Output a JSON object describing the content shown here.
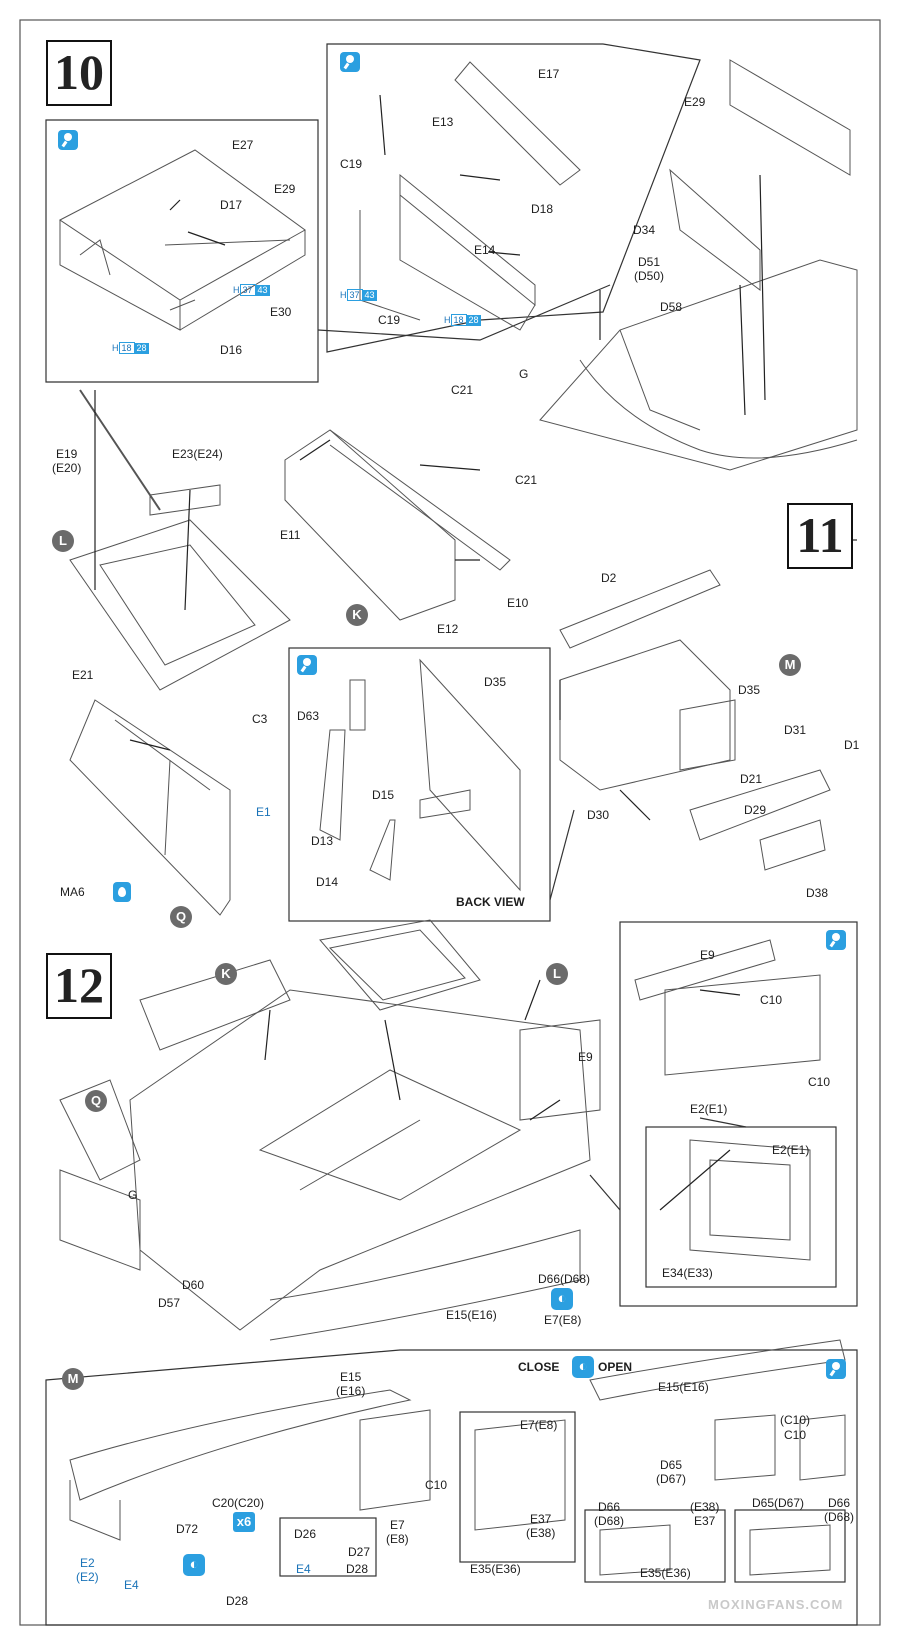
{
  "steps": {
    "s10": "10",
    "s11": "11",
    "s12": "12"
  },
  "markers": {
    "K": "K",
    "L": "L",
    "M": "M",
    "Q": "Q",
    "G": "G"
  },
  "step10": {
    "inset_left": {
      "E27": "E27",
      "D17": "D17",
      "E29": "E29",
      "E30": "E30",
      "D16": "D16",
      "ref1_h": "H",
      "ref1_a": "37",
      "ref1_b": "43",
      "ref2_h": "H",
      "ref2_a": "18",
      "ref2_b": "28"
    },
    "inset_mid": {
      "E17": "E17",
      "E13": "E13",
      "C19a": "C19",
      "D18": "D18",
      "E14": "E14",
      "C19b": "C19",
      "ref1_h": "H",
      "ref1_a": "37",
      "ref1_b": "43",
      "ref2_h": "H",
      "ref2_a": "18",
      "ref2_b": "28"
    },
    "main": {
      "E29": "E29",
      "D34": "D34",
      "D51": "D51",
      "D50": "(D50)",
      "D58": "D58",
      "G": "G"
    }
  },
  "step11": {
    "E19": "E19",
    "E20": "(E20)",
    "E23": "E23(E24)",
    "E21": "E21",
    "C21a": "C21",
    "C21b": "C21",
    "E11": "E11",
    "E10": "E10",
    "E12": "E12",
    "C3": "C3",
    "E1": "E1",
    "MA6": "MA6",
    "back": {
      "D35": "D35",
      "D63": "D63",
      "D15": "D15",
      "D13": "D13",
      "D14": "D14",
      "caption": "BACK VIEW"
    },
    "right": {
      "D2": "D2",
      "D35": "D35",
      "D31": "D31",
      "D1": "D1",
      "D21": "D21",
      "D29": "D29",
      "D30": "D30",
      "D38": "D38"
    }
  },
  "step12": {
    "E9": "E9",
    "G": "G",
    "D60": "D60",
    "D57": "D57",
    "D66": "D66(D68)",
    "E7": "E7(E8)",
    "E15": "E15(E16)",
    "panel": {
      "E9": "E9",
      "C10a": "C10",
      "C10b": "C10",
      "E2a": "E2(E1)",
      "E2b": "E2(E1)",
      "E34": "E34(E33)"
    },
    "bottom": {
      "E15": "E15",
      "E16": "(E16)",
      "C10": "C10",
      "E7": "E7",
      "E8": "(E8)",
      "C20": "C20(C20)",
      "x6": "x6",
      "D72": "D72",
      "E2": "E2",
      "E2b": "(E2)",
      "E4": "E4",
      "D28": "D28",
      "box1": {
        "D26": "D26",
        "D27": "D27",
        "E4": "E4",
        "D28": "D28"
      },
      "box2": {
        "E7": "E7(E8)",
        "E37": "E37",
        "E38": "(E38)",
        "E35": "E35(E36)"
      },
      "close": "CLOSE",
      "open": "OPEN",
      "right": {
        "E15": "E15(E16)",
        "C10a": "(C10)",
        "C10b": "C10",
        "D65": "D65",
        "D67": "(D67)",
        "D66": "D66",
        "D68": "(D68)",
        "D66b": "D66",
        "D68b": "(D68)",
        "E38": "(E38)",
        "E37": "E37",
        "D65b": "D65(D67)",
        "E35": "E35(E36)"
      }
    }
  },
  "watermark": "MOXINGFANS.COM"
}
